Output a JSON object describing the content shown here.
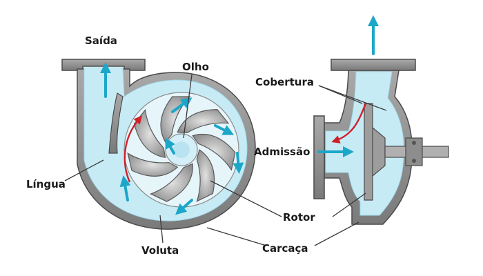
{
  "labels": {
    "saida": "Saída",
    "olho": "Olho",
    "cobertura": "Cobertura",
    "admissao": "Admissão",
    "lingua": "Língua",
    "rotor": "Rotor",
    "voluta": "Voluta",
    "carcaca": "Carcaça"
  },
  "colors": {
    "fluid": "#c7ebf5",
    "fluid_dark": "#9fd8ea",
    "casing": "#8f8f8f",
    "casing_dark": "#4a4a4a",
    "impeller": "#b9b9b9",
    "flow_arrow": "#1ca7c9",
    "red_arrow": "#d0202a"
  },
  "icons": [
    "flow-arrow-icon",
    "red-flow-arrow-icon"
  ]
}
